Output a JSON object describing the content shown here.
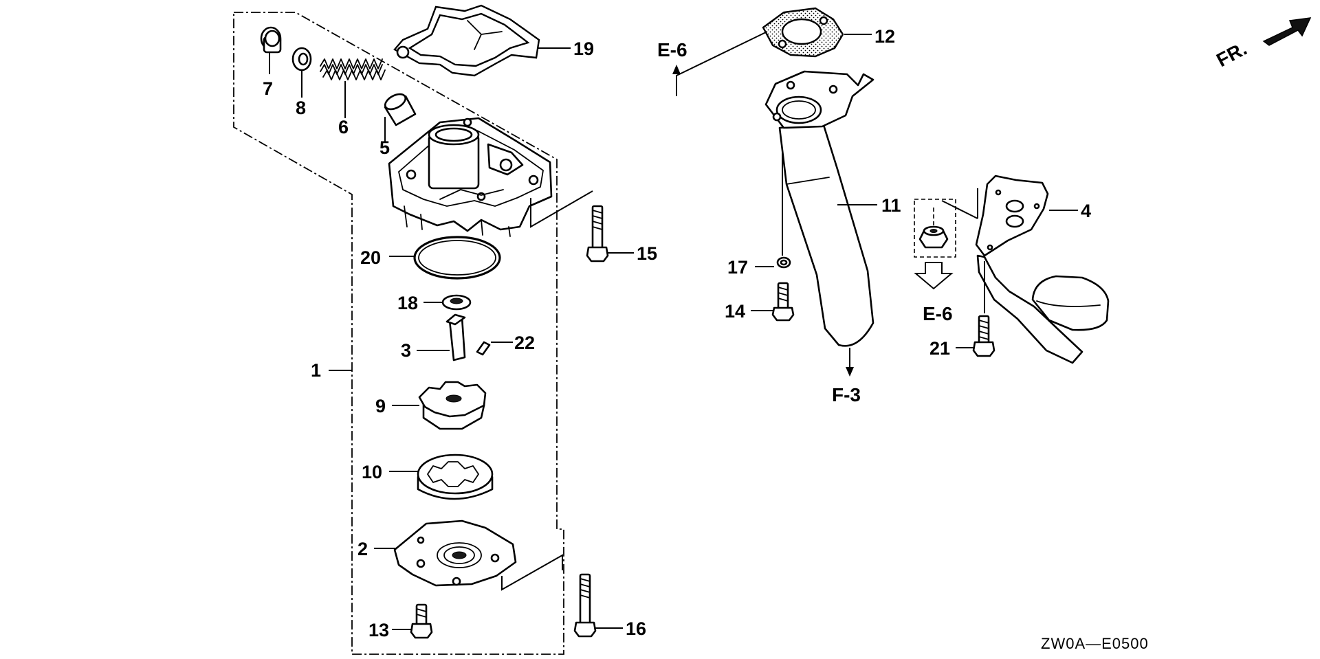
{
  "diagram": {
    "drawing_code": "ZW0A—E0500",
    "front_label": "FR.",
    "references": {
      "e6_top": "E-6",
      "e6_right": "E-6",
      "f3": "F-3"
    },
    "part_numbers": {
      "p1": "1",
      "p2": "2",
      "p3": "3",
      "p4": "4",
      "p5": "5",
      "p6": "6",
      "p7": "7",
      "p8": "8",
      "p9": "9",
      "p10": "10",
      "p11": "11",
      "p12": "12",
      "p13": "13",
      "p14": "14",
      "p15": "15",
      "p16": "16",
      "p17": "17",
      "p18": "18",
      "p19": "19",
      "p20": "20",
      "p21": "21",
      "p22": "22"
    }
  }
}
